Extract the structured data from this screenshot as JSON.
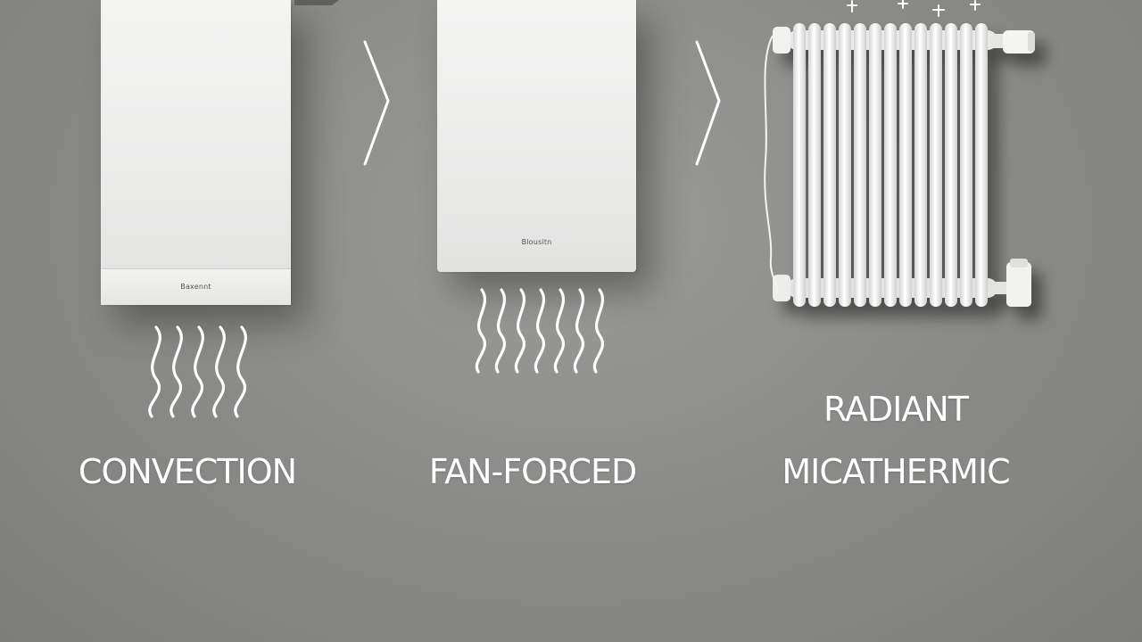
{
  "labels": {
    "convection": "CONVECTION",
    "fan_forced": "FAN-FORCED",
    "radiant_line1": "RADIANT",
    "radiant_line2": "MICATHERMIC"
  },
  "brands": {
    "convection_heater": "Baxennt",
    "fan_heater": "Blousitn"
  },
  "colors": {
    "background": "#8c8c8a",
    "heater_white": "#f0f0ef",
    "label_text": "#ffffff"
  },
  "icons": [
    "chevron-right-icon",
    "chevron-right-icon",
    "heat-wave-icon",
    "sparkle-icon"
  ]
}
